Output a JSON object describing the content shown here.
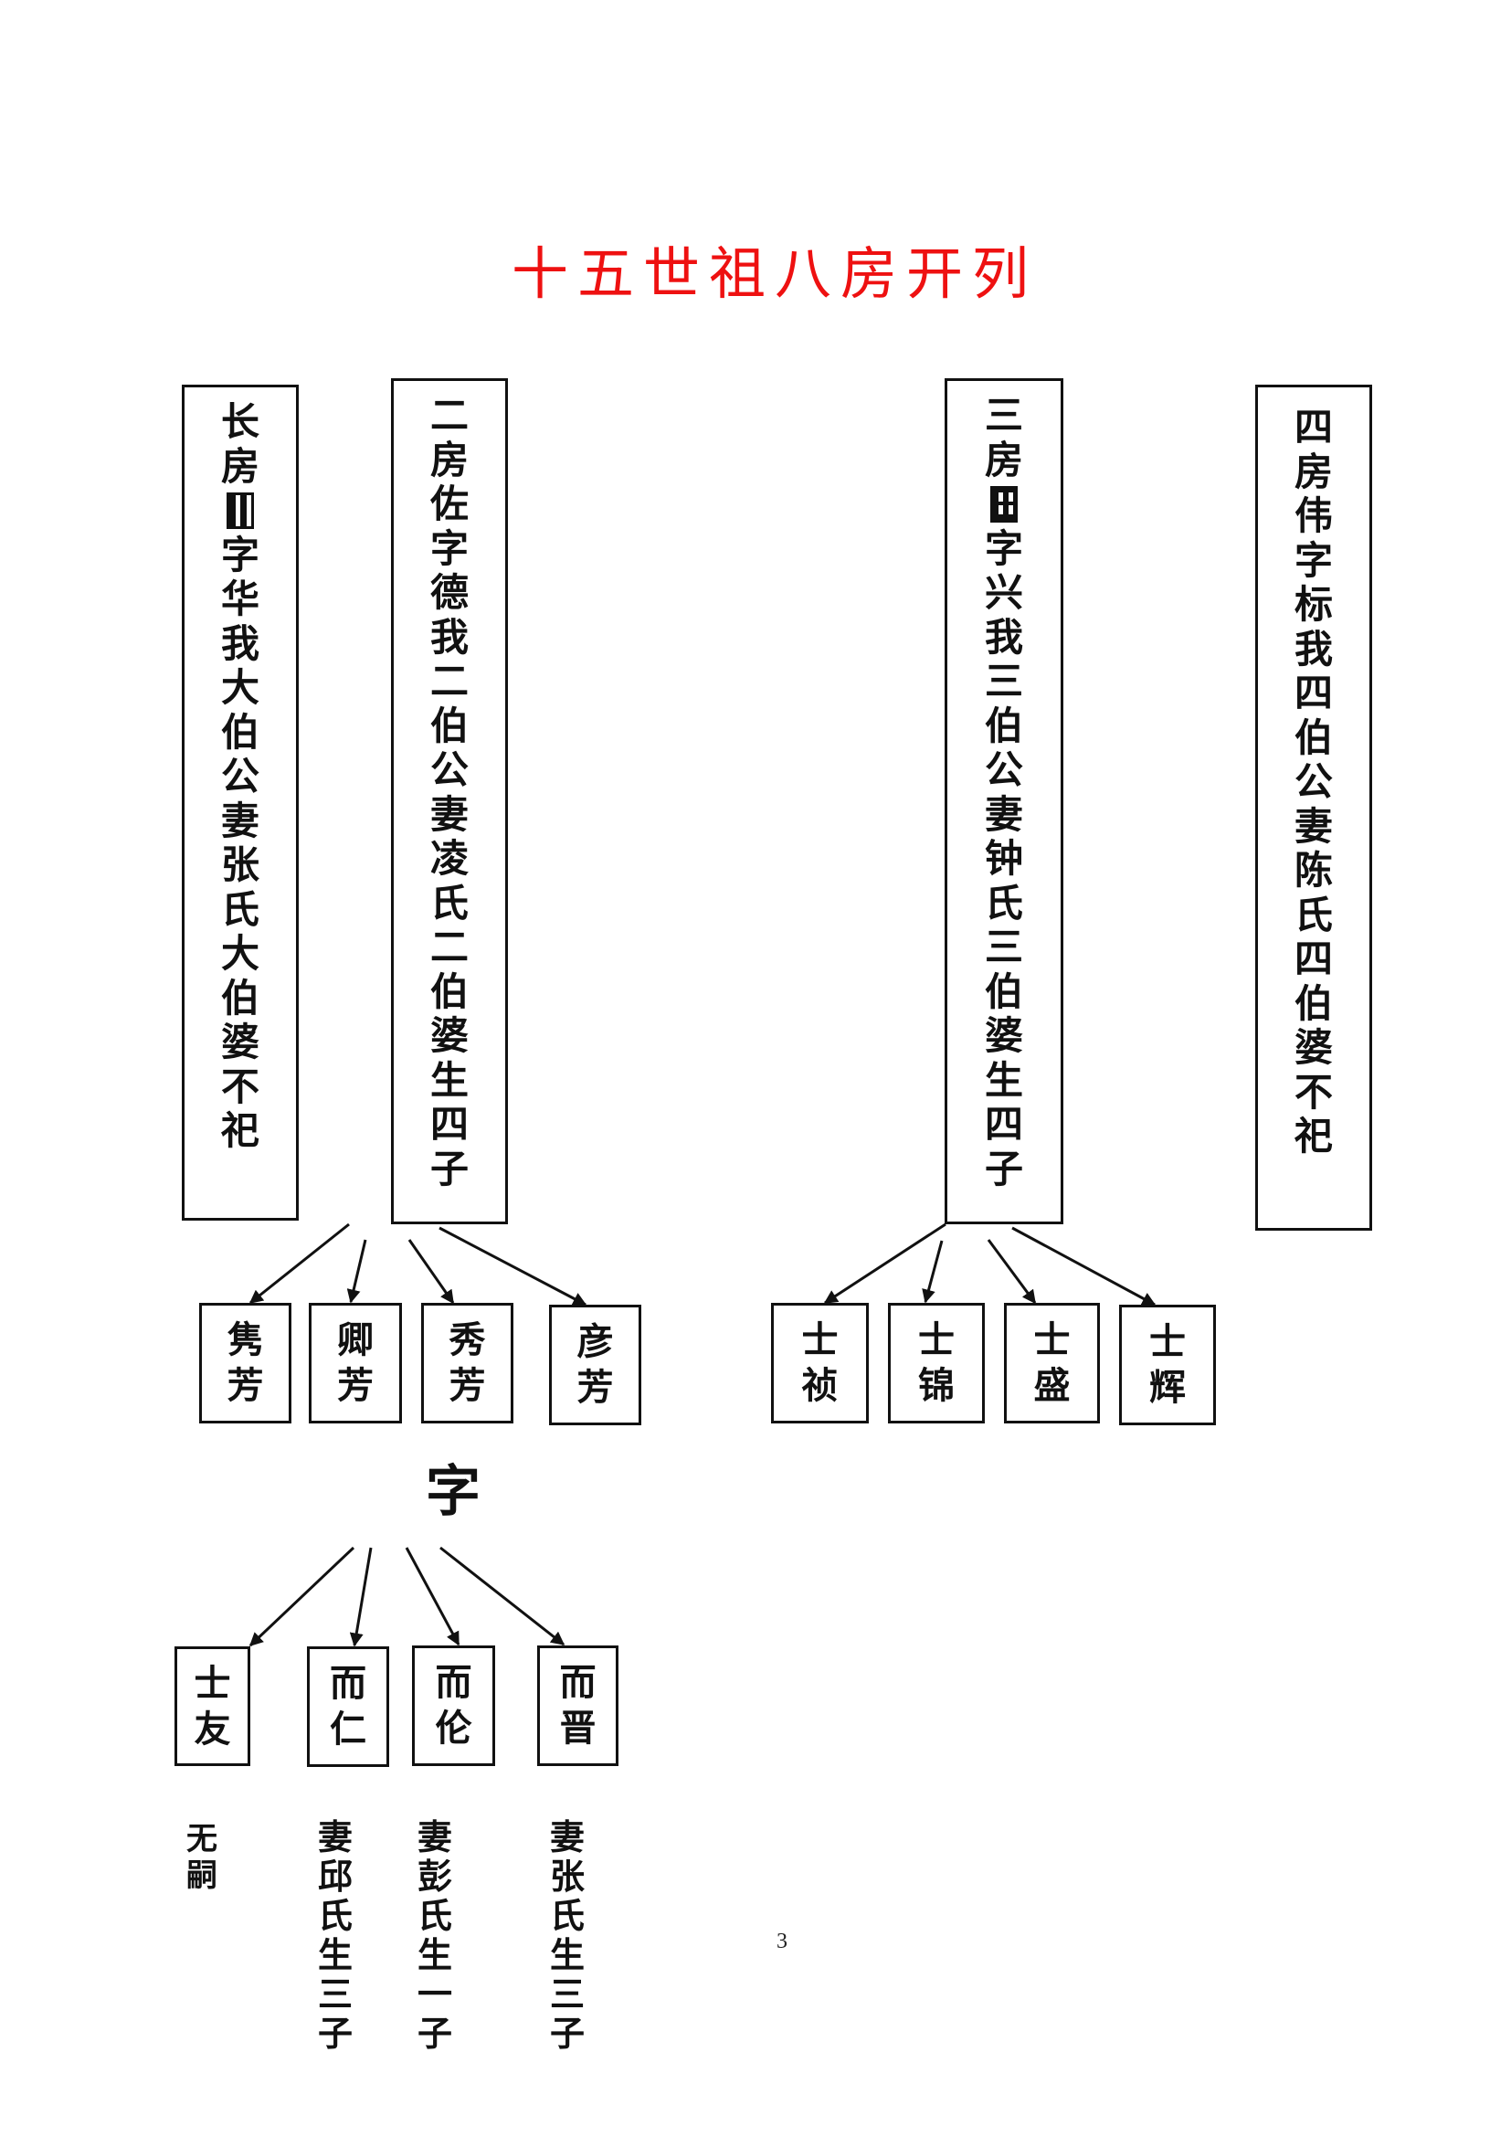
{
  "title": "十五世祖八房开列",
  "houses": [
    {
      "id": "house-1",
      "chars": [
        "长",
        "房",
        "▮",
        "字",
        "华",
        "我",
        "大",
        "伯",
        "公",
        "妻",
        "张",
        "氏",
        "大",
        "伯",
        "婆",
        "不",
        "祀"
      ],
      "garbled_index": 2
    },
    {
      "id": "house-2",
      "chars": [
        "二",
        "房",
        "佐",
        "字",
        "德",
        "我",
        "二",
        "伯",
        "公",
        "妻",
        "凌",
        "氏",
        "二",
        "伯",
        "婆",
        "生",
        "四",
        "子"
      ]
    },
    {
      "id": "house-3",
      "chars": [
        "三",
        "房",
        "▦",
        "字",
        "兴",
        "我",
        "三",
        "伯",
        "公",
        "妻",
        "钟",
        "氏",
        "三",
        "伯",
        "婆",
        "生",
        "四",
        "子"
      ],
      "garbled_index": 2
    },
    {
      "id": "house-4",
      "chars": [
        "四",
        "房",
        "伟",
        "字",
        "标",
        "我",
        "四",
        "伯",
        "公",
        "妻",
        "陈",
        "氏",
        "四",
        "伯",
        "婆",
        "不",
        "祀"
      ]
    }
  ],
  "house2_sons": [
    {
      "chars": [
        "隽",
        "芳"
      ]
    },
    {
      "chars": [
        "卿",
        "芳"
      ]
    },
    {
      "chars": [
        "秀",
        "芳"
      ]
    },
    {
      "chars": [
        "彦",
        "芳"
      ]
    }
  ],
  "house3_sons": [
    {
      "chars": [
        "士",
        "祯"
      ]
    },
    {
      "chars": [
        "士",
        "锦"
      ]
    },
    {
      "chars": [
        "士",
        "盛"
      ]
    },
    {
      "chars": [
        "士",
        "辉"
      ]
    }
  ],
  "zi_label": "字",
  "grandsons": [
    {
      "chars": [
        "士",
        "友"
      ],
      "note": [
        "无",
        "嗣"
      ]
    },
    {
      "chars": [
        "而",
        "仁"
      ],
      "note": [
        "妻",
        "邱",
        "氏",
        "生",
        "三",
        "子"
      ]
    },
    {
      "chars": [
        "而",
        "伦"
      ],
      "note": [
        "妻",
        "彭",
        "氏",
        "生",
        "一",
        "子"
      ]
    },
    {
      "chars": [
        "而",
        "晋"
      ],
      "note": [
        "妻",
        "张",
        "氏",
        "生",
        "三",
        "子"
      ]
    }
  ],
  "page_number": "3",
  "colors": {
    "title": "#ee1111",
    "line": "#111111"
  }
}
